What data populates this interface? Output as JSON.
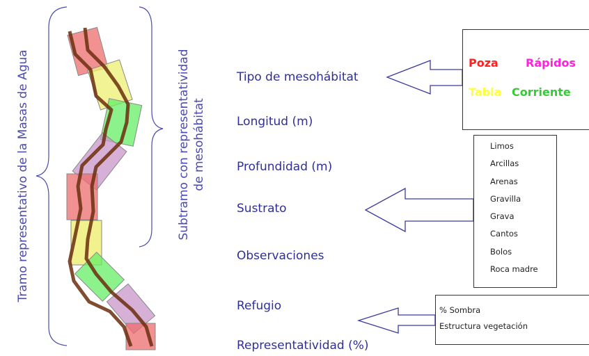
{
  "labels": {
    "tramo": "Tramo representativo de la Masas de Agua",
    "subtramo_line1": "Subtramo con representatividad",
    "subtramo_line2": "de mesohábitat"
  },
  "parameters": [
    "Tipo de mesohábitat",
    "Longitud (m)",
    "Profundidad (m)",
    "Sustrato",
    "Observaciones",
    "Refugio",
    "Representatividad (%)"
  ],
  "mesohabitat_types": [
    {
      "label": "Poza",
      "color": "#ff2020"
    },
    {
      "label": "Rápidos",
      "color": "#ff22dd"
    },
    {
      "label": "Tabla",
      "color": "#ffff40"
    },
    {
      "label": "Corriente",
      "color": "#33cc33"
    }
  ],
  "substrate_types": [
    "Limos",
    "Arcillas",
    "Arenas",
    "Gravilla",
    "Grava",
    "Cantos",
    "Bolos",
    "Roca madre"
  ],
  "refugio_types": [
    "% Sombra",
    "Estructura vegetación"
  ],
  "colors": {
    "label_text": "#4a4ab0",
    "parameter_text": "#2f2f9a",
    "river_line": "#6b2e0e",
    "arrow_stroke": "#3a3aa0",
    "poza_fill": "#ee6c6c",
    "tabla_fill": "#eef07a",
    "corriente_fill": "#66ee66",
    "rapidos_fill": "#c896c8"
  }
}
